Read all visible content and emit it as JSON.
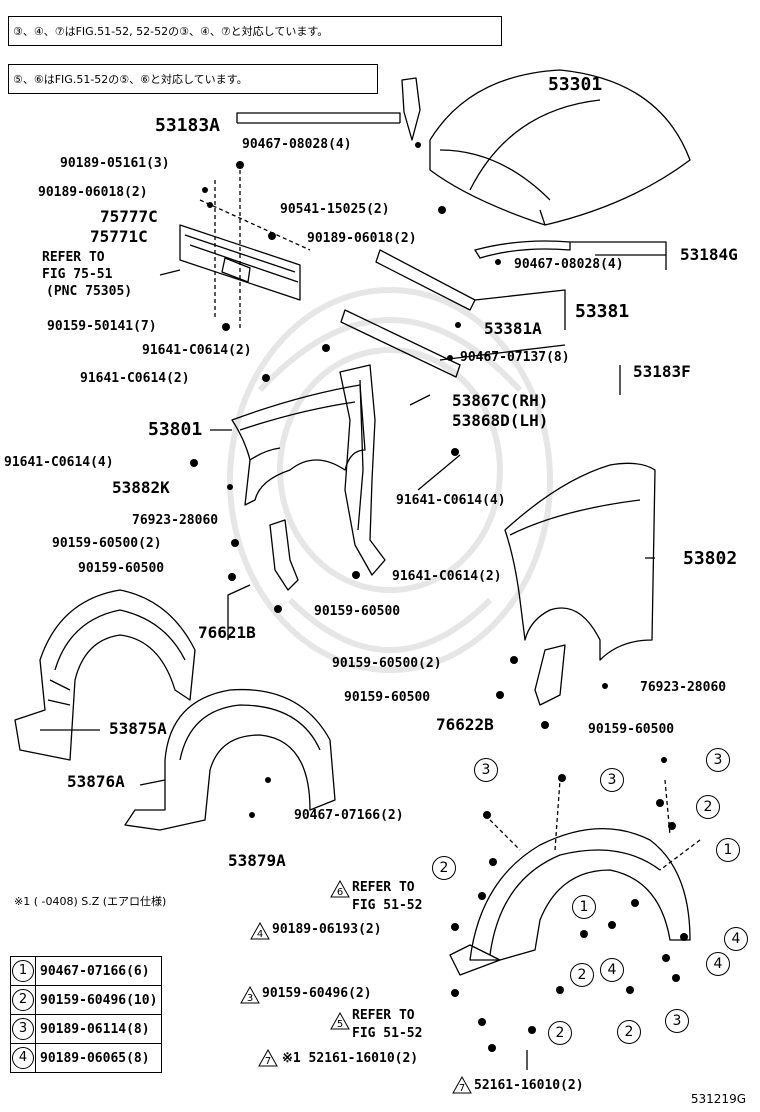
{
  "notes": {
    "note1_text": "③、④、⑦はFIG.51-52, 52-52の③、④、⑦と対応しています。",
    "note2_text": "⑤、⑥はFIG.51-52の⑤、⑥と対応しています。"
  },
  "callouts": {
    "c53301": "53301",
    "c53183A": "53183A",
    "c90467_08028_a": "90467-08028(4)",
    "c90189_05161": "90189-05161(3)",
    "c90189_06018_a": "90189-06018(2)",
    "c75777C": "75777C",
    "c75771C": "75771C",
    "c90541_15025": "90541-15025(2)",
    "c90189_06018_b": "90189-06018(2)",
    "crefer1": "REFER TO",
    "crefer2": "FIG 75-51",
    "crefer3": "(PNC 75305)",
    "c53184G": "53184G",
    "c90467_08028_b": "90467-08028(4)",
    "c53381": "53381",
    "c90159_50141": "90159-50141(7)",
    "c53381A": "53381A",
    "c91641_a": "91641-C0614(2)",
    "c90467_07137": "90467-07137(8)",
    "c53183F": "53183F",
    "c91641_b": "91641-C0614(2)",
    "c53867C": "53867C(RH)",
    "c53868D": "53868D(LH)",
    "c53801": "53801",
    "c91641_c": "91641-C0614(4)",
    "c53882K": "53882K",
    "c91641_d": "91641-C0614(4)",
    "c76923_a": "76923-28060",
    "c90159_60500_2a": "90159-60500(2)",
    "c90159_60500_a": "90159-60500",
    "c91641_e": "91641-C0614(2)",
    "c53802": "53802",
    "c90159_60500_b": "90159-60500",
    "c76621B": "76621B",
    "c90159_60500_2b": "90159-60500(2)",
    "c90159_60500_c": "90159-60500",
    "c76923_b": "76923-28060",
    "c53875A": "53875A",
    "c76622B": "76622B",
    "c90159_60500_d": "90159-60500",
    "c53876A": "53876A",
    "c90467_07166": "90467-07166(2)",
    "c53879A": "53879A",
    "c_refer_fig_a1": "REFER TO",
    "c_refer_fig_a2": "FIG 51-52",
    "c90189_06193": "90189-06193(2)",
    "c90159_60496": "90159-60496(2)",
    "c_refer_fig_b1": "REFER TO",
    "c_refer_fig_b2": "FIG 51-52",
    "c52161_a": "※1 52161-16010(2)",
    "c52161_b": "52161-16010(2)"
  },
  "footnote": "※1 (    -0408) S.Z (エアロ仕様)",
  "triangle_marks": {
    "t4": "4",
    "t3": "3",
    "t5": "5",
    "t6": "6",
    "t7": "7"
  },
  "circle_marks": {
    "one": "1",
    "two": "2",
    "three": "3",
    "four": "4"
  },
  "legend": [
    {
      "num": "1",
      "part": "90467-07166(6)"
    },
    {
      "num": "2",
      "part": "90159-60496(10)"
    },
    {
      "num": "3",
      "part": "90189-06114(8)"
    },
    {
      "num": "4",
      "part": "90189-06065(8)"
    }
  ],
  "diagram_code": "531219G"
}
